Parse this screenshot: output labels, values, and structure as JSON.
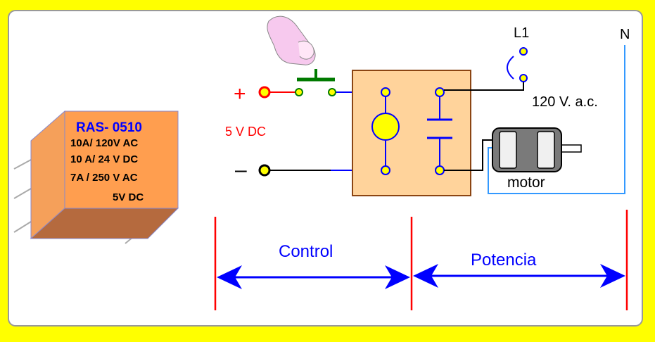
{
  "relay": {
    "model": "RAS- 0510",
    "spec1": "10A/ 120V AC",
    "spec2": "10 A/ 24 V  DC",
    "spec3": "7A / 250 V AC",
    "spec4": "5V DC"
  },
  "supply": {
    "plus": "+",
    "minus": "–",
    "voltage": "5 V DC"
  },
  "line": {
    "l1": "L1",
    "n": "N",
    "voltage": "120 V.  a.c."
  },
  "motor": {
    "label": "motor"
  },
  "sections": {
    "control": "Control",
    "potencia": "Potencia"
  },
  "colors": {
    "background": "#FFFF00",
    "panel": "#FFFFFF",
    "relay_front": "#FF9E4F",
    "relay_top": "#F5A05A",
    "relay_bottom": "#B56A3E",
    "relay_box": "#FFD39B",
    "terminal": "#FFFF00",
    "wire_red": "#FF0000",
    "wire_blue": "#0000FF",
    "wire_black": "#000000",
    "wire_light_blue": "#3399FF",
    "switch_green": "#007A00",
    "motor_body": "#7A7A7A"
  }
}
